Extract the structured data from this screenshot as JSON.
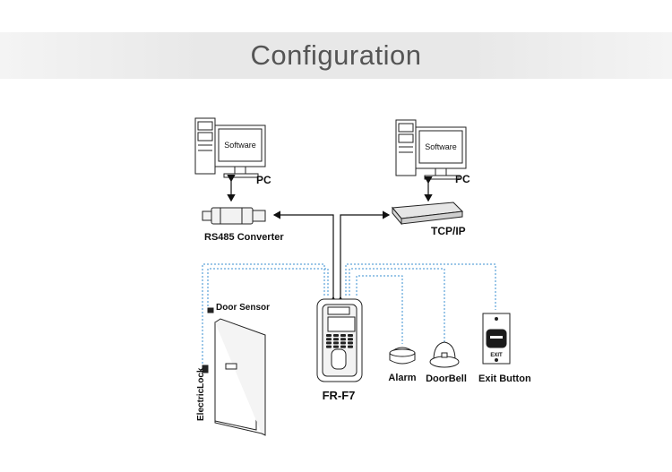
{
  "banner": {
    "title": "Configuration"
  },
  "labels": {
    "software_left": "Software",
    "software_right": "Software",
    "pc_left": "PC",
    "pc_right": "PC",
    "rs485": "RS485 Converter",
    "tcpip": "TCP/IP",
    "door_sensor": "Door Sensor",
    "electric_lock": "ElectricLock",
    "device": "FR-F7",
    "alarm": "Alarm",
    "doorbell": "DoorBell",
    "exit_button": "Exit Button",
    "exit_text": "EXIT"
  }
}
